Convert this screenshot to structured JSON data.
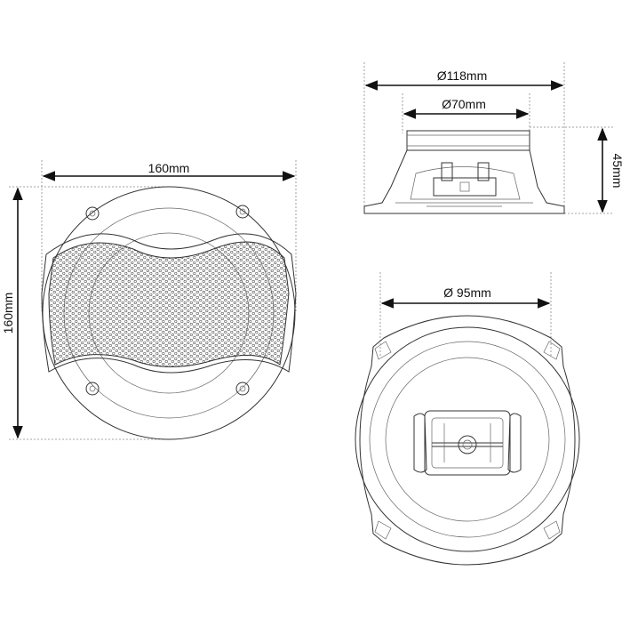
{
  "dimensions": {
    "front_width": "160mm",
    "front_height": "160mm",
    "outer_diameter": "Ø118mm",
    "inner_diameter": "Ø70mm",
    "depth": "45mm",
    "cutout_diameter": "Ø 95mm"
  },
  "views": {
    "front_with_grille": "front-view-grille",
    "side": "side-profile-view",
    "rear": "rear-view-frame"
  }
}
